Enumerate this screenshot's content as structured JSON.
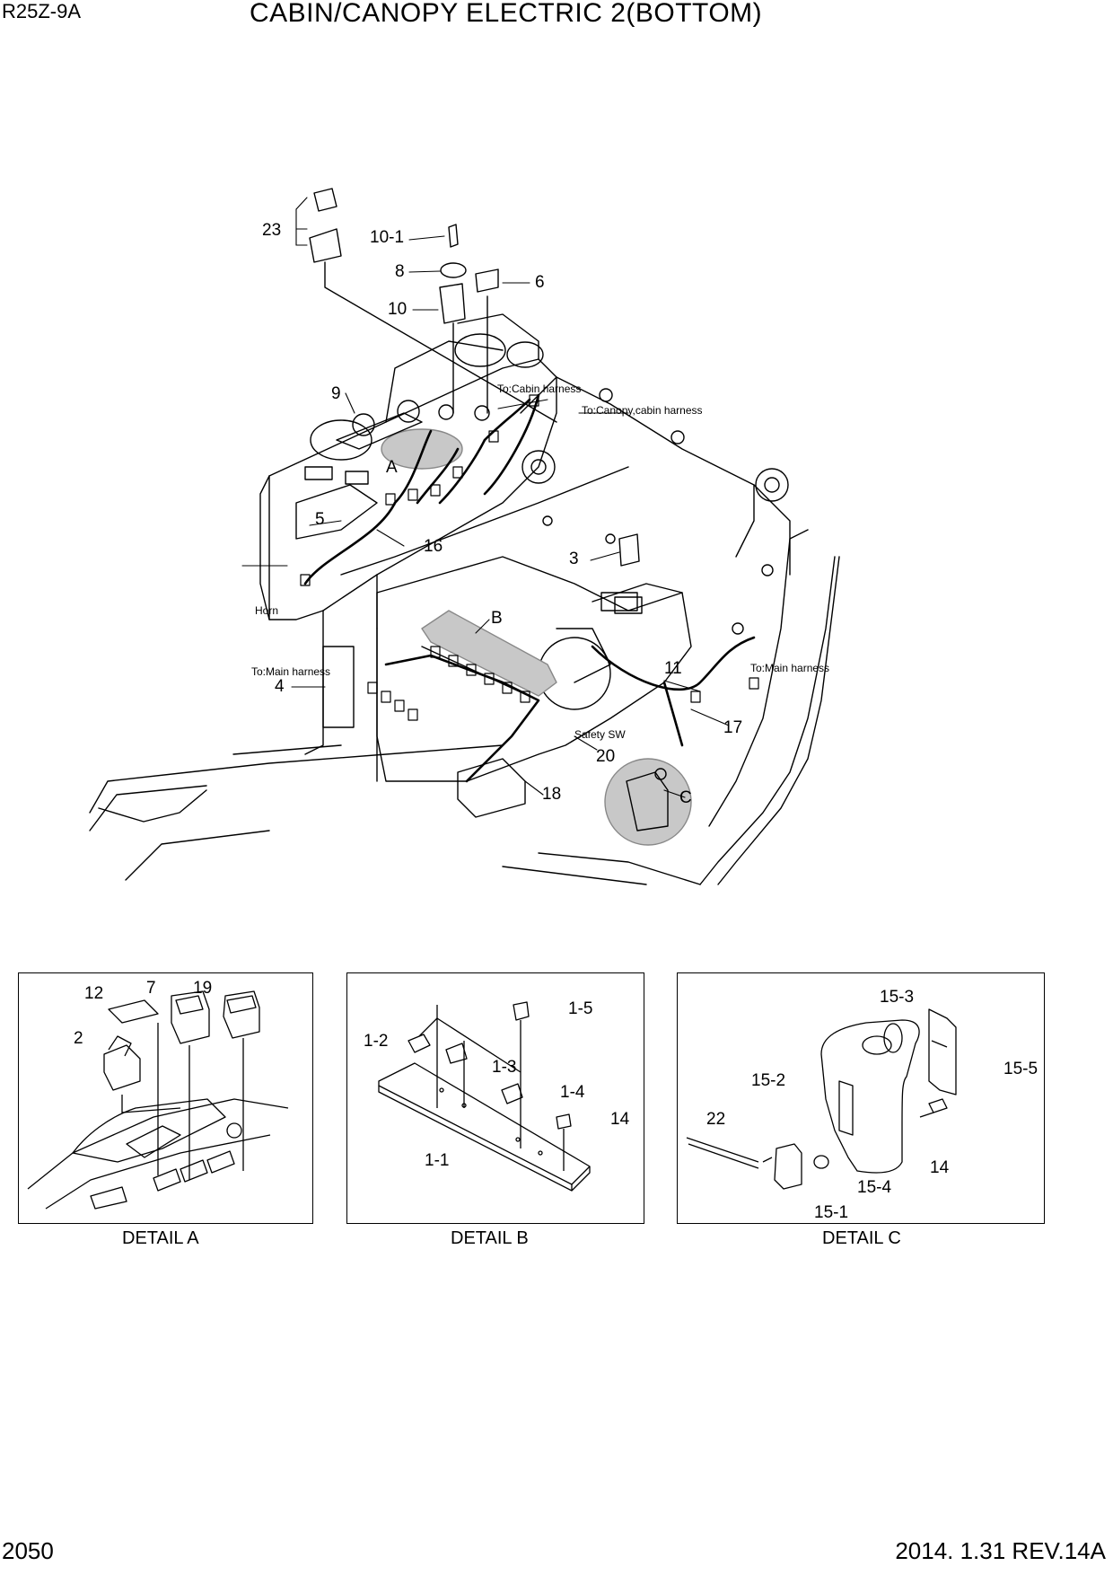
{
  "header": {
    "model": "R25Z-9A",
    "title": "CABIN/CANOPY ELECTRIC 2(BOTTOM)"
  },
  "footer": {
    "page": "2050",
    "revision": "2014. 1.31  REV.14A"
  },
  "main_callouts": {
    "c23": "23",
    "c10_1": "10-1",
    "c8": "8",
    "c6": "6",
    "c10": "10",
    "c9": "9",
    "cA": "A",
    "c5": "5",
    "c16": "16",
    "c3": "3",
    "cB": "B",
    "c4": "4",
    "c11": "11",
    "c17": "17",
    "c20": "20",
    "c18": "18",
    "cC": "C"
  },
  "notes": {
    "to_cabin": "To:Cabin harness",
    "to_canopy": "To:Canopy,cabin harness",
    "horn": "Horn",
    "to_main_left": "To:Main harness",
    "to_main_right": "To:Main harness",
    "safety_sw": "Safety SW"
  },
  "detail_a": {
    "caption": "DETAIL A",
    "c12": "12",
    "c7": "7",
    "c19": "19",
    "c2": "2"
  },
  "detail_b": {
    "caption": "DETAIL B",
    "c1_5": "1-5",
    "c1_2": "1-2",
    "c1_3": "1-3",
    "c1_4": "1-4",
    "c14": "14",
    "c1_1": "1-1"
  },
  "detail_c": {
    "caption": "DETAIL C",
    "c15_3": "15-3",
    "c15_2": "15-2",
    "c15_5": "15-5",
    "c22": "22",
    "c14": "14",
    "c15_4": "15-4",
    "c15_1": "15-1"
  }
}
